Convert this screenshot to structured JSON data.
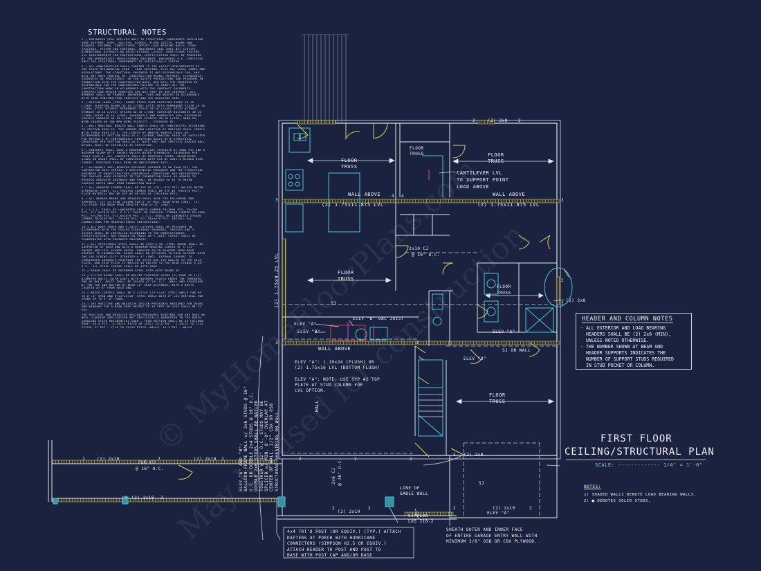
{
  "structural_notes": {
    "title": "STRUCTURAL NOTES",
    "paragraphs": [
      "1.) ENGINEERS SEAL APPLIES ONLY TO STRUCTURAL COMPONENTS INCLUDING ROOF RAFTERS, HIPS, VALLEYS, RIDGES, FLOOR JOISTS, BEAMS AND HEADERS, COLUMNS, CANTILEVERS, OFFSET LOAD BEARING WALLS, PIER SPACINGS, SYSTEM AND FOOTINGS. ENGINEERS SEAL DOES NOT CERTIFY DIMENSIONAL ACCURACY OR ARCHITECTURAL LAYOUT. ROOF/FLOOR SYSTEMS ALL REQUIREMENTS FOR PROFESSIONAL CERTIFICATION SHALL BE PROVIDED BY THE APPROPRIATE PROFESSIONAL ENGINEER. ENGINEERS P.E. CERTIFIES ONLY THE STRUCTURAL COMPONENTS AS SPECIFICALLY STATED.",
      "2.) ALL CONSTRUCTION SHALL CONFORM TO THE LATEST REQUIREMENTS OF THE STATE RESIDENTIAL CODE - YEAR EDITION, PLUS ALL LOCAL CODES AND REGULATIONS. THE STRUCTURAL ENGINEER IS NOT RESPONSIBLE FOR, AND WILL NOT HAVE CONTROL OF, CONSTRUCTION MEANS, METHODS, TECHNIQUES, SEQUENCES OR PROCEDURES, OR FOR SAFETY PRECAUTIONS AND PROGRAMS IN CONNECTION WITH THE CONSTRUCTION WORK, NOR WILL THE ENGINEER BE RESPONSIBLE FOR THE CONTRACTORS FAILURE TO CARRY OUT THE CONSTRUCTION WORK IN ACCORDANCE WITH THE CONTRACT DOCUMENTS. CONSTRUCTION REVIEW SERVICES ARE NOT PART OF OUR CONTRACT. ALL MEMBERS SHALL BE FRAMED, ANCHORED, TIED AND BRACED IN ACCORDANCE WITH GOOD CONSTRUCTION PRACTICE AND THE BUILDING CODE.",
      "3.) DESIGN LOADS (PSF): ROOMS OTHER THAN SLEEPING ROOMS 40 10 L/360; SLEEPING ROOMS 30 10 L/360; ATTIC WITH PERMANENT STAIR 30 10 L/360; ATTIC WITHOUT PERMANENT STAIR 20 10 L/240; ATTIC WITHOUT STORAGE 10 10 L/240; STAIRS 40 10 L/360; EXTERIOR BALCONIES 40 10 L/360; DECKS 40 10 L/360; GUARDRAILS AND HANDRAILS 200; PASSENGER VEHICLE GARAGES 50 10 L/360; FIRE ESCAPES 40 10 L/360; SNOW 20; WIND (BASED ON 100 MPH WIND VELOCITY - EXPOSURE B).",
      "4.) WALL BRACING: BRACED WALL PANELS SHALL BE CONSTRUCTED ACCORDING TO SECTION R602.10. THE AMOUNT AND LOCATION OF BRACING SHALL COMPLY WITH TABLE R602.10.1. THE LENGTH OF BRACED PANELS SHALL BE DETERMINED BY SECTION R602.10.4. LATERAL BRACING SHALL BE SATISFIED PER METHOD 3 BY CONTINUOUSLY SHEATHING WALLS WITH STRUCTURAL SHEATHING PER SECTION R602.10.5. NOTE THAT ANY SPECIFIC BRACED WALL DETAIL SHALL BE INSTALLED AS SPECIFIED.",
      "5.) CONCRETE SHALL HAVE A MINIMUM 28 DAY STRENGTH OF 3000 PSI AND A MAXIMUM SLUMP OF 5 INCHES UNLESS NOTED OTHERWISE. ENTRAINED PER TABLE R402.2. ALL CONCRETE SHALL BE PROPERLY CURED. REINFORCED SLABS ON GRADE SHALL BE CONSTRUCTED WITH 6x6 W1.4xW1.4 WELDED WIRE FABRIC. FOOTINGS SHALL BEAR ON UNDISTURBED SOIL.",
      "6.) ALLOWABLE SOIL BEARING PRESSURE ASSUMED TO BE 2000 PSF. THE CONTRACTOR MUST CONTACT A GEOTECHNICAL ENGINEER AND THE STRUCTURAL ENGINEER IF UNSATISFACTORY SUBSURFACE CONDITIONS ARE ENCOUNTERED. THE SURFACE AREA ADJACENT TO THE FOUNDATION SHALL BE GRADED TO PROVIDE ADEQUATE DRAINAGE AND SHALL BE GRADED SO AS TO DRAIN SURFACE WATER AWAY FROM FOUNDATION WALLS.",
      "7.) ALL FRAMING LUMBER SHALL BE SYP #2 (FB = 875 PSI) UNLESS NOTED OTHERWISE (UNO). ALL TREATED LUMBER SHALL BE SYP #2 (FB=575 PSI). PLATE MATERIAL MAY BE SPF #2 OR SYP #2 (FB=1300 PSI).",
      "8.) ALL WOODEN BEAMS AND HEADERS SHALL HAVE THE FOLLOWING END SUPPORTS: (1) 2x STUD COLUMN FOR 6'-0\" MAX. BEAM SPAN (UNO). (2) 2x4 STUDS FOR BEAM SPAN GREATER THAN 6'-0\" (UNO).",
      "9.) L.V.L. SHALL BE LAMINATED VENEER LUMBER FB=2600 PSI, FV=285 PSI, E=1.9x10^6 PSI. P.S.L. SHALL BE PARALLEL STRAND LUMBER FB=2900 PSI, FV=290 PSI, E=2.0x10^6 PSI. L.S.L. SHALL BE LAMINATED STRAND LUMBER FB=2250 PSI, FV=400 PSI, E=1.55x10^6 PSI. INSTALL ALL CONNECTIONS PER MANUFACTURERS INSTRUCTIONS.",
      "10.) ALL ROOF TRUSS AND I-JOIST LAYOUTS SHALL BE PREPARED IN ACCORDANCE WITH THE SEALED STRUCTURAL DRAWINGS. TRUSSES AND I-JOISTS SHALL BE INSTALLED ACCORDING TO THE MANUFACTURERS SPECIFICATIONS. ANY CHANGE IN TRUSS OR I-JOIST LAYOUT SHALL BE COORDINATED WITH ENGINEER ENGINEERS.",
      "11.) ALL STRUCTURAL STEEL SHALL BE ASTM A-36. STEEL BEAMS SHALL BE SUPPORTED AT EACH END WITH A MINIMUM BEARING LENGTH OF 3 1/2\" INCHES AND FULL FLANGE WIDTH. PROVIDE SOLID BEARING FROM BEAM SUPPORT TO FOUNDATION. BEAMS SHALL BE ATTACHED TO EACH SUPPORT WITH TWO LAG SCREWS (1/2\" DIAMETER x 4\" LONG). LATERAL SUPPORT IS CONSIDERED ADEQUATE PROVIDED THE JOIST ARE TOE NAILED TO THE SOLE PLATE, AND SOLE PLATE IS NAILED OR BOLTED TO THE BEAM FLANGE @ 48\" O.C.. ALL STEEL TUBING SHALL BE ASTM A500.",
      "12.) REBAR SHALL BE DEFORMED STEEL ASTM A615 GRADE 60.",
      "13.) FLITCH BEAMS SHALL BE BOLTED TOGETHER USING (2) ROWS OF 1/2\" DIAMETER BOLTS (ASTM A307) WITH WASHERS PLACED UNDER THE THREADED END OF BOLT. BOLTS SHALL BE SPACED AT 24\" O.C. (MAX) AND STAGGERED AT THE TOP AND BOTTOM OF BEAM (2\" EDGE DISTANCE) WITH 2 BOLTS LOCATED AT 6\" FROM EACH END.",
      "14.) BRICK LINTELS SHALL BE 3 1/2\"x3 1/2\"x1/4\" STEEL ANGLE FOR UP TO 6'-0\" SPAN AND 6\"x4\"x5/16\" STEEL ANGLE WITH 6\" LEG VERTICAL FOR SPANS UP TO 9'-0\" (UNO).",
      "15.) THE POSITIVE AND NEGATIVE DESIGN PRESSURES REQUIRED FOR DOORS AND WINDOWS FOR A MEAN ROOF HEIGHT OF 35 FEET OR LESS SHALL BE 25 PSF.",
      "THE POSITIVE AND NEGATIVE DESIGN PRESSURES REQUIRED FOR ANY ROOF OR WALL CLADDING APPLICATION NOT SPECIFICALLY ADDRESSED IN THE NORTH CAROLINA STATE RESIDENTIAL CODE - YEAR EDITION SHALL BE AS FOLLOWS: ROOF: 40.4 PSF - 0.25/12 PITCH OR LESS; 24.8 PSF - 2.25/12 TO 7/12 PITCH; 27 PSF - 7/12 TO 12/12 PITCH. WALLS: 24.1 PSF - WALLS"
    ]
  },
  "labels": {
    "floor_truss": "FLOOR",
    "truss": "TRUSS",
    "floor_truss_sm": "FLOOR",
    "truss_sm": "TRUSS",
    "wall_above": "WALL ABOVE",
    "lvl_horiz": "(2) 1.75x11.875 LVL",
    "lvl_vert": "(2) 1.75x9.25 LVL",
    "cantilever": "CANTILEVER LVL\nTO SUPPORT POINT\nLOAD ABOVE",
    "cj_2x10": "2x10 CJ",
    "oc16": "@ 16\" O.C.",
    "cj_2x6": "2x6 CJ",
    "sj": "SJ",
    "sj_on_wall": "SJ ON WALL",
    "elev_a": "ELEV \"A\"",
    "elev_b": "ELEV \"B\"",
    "elev_b_dbl": "ELEV \"B\" DBL JOIST",
    "lvl_flush": "ELEV \"A\": 1.10x24 (FLUSH) OR\n(2) 1.75x16 LVL (BOTTOM FLUSH)",
    "sy_note": "ELEV \"A\": NOTE: USE SYP #2 TOP\nPLATE AT STUD COLUMN FOR\nLVL OPTION.",
    "balloon": "ELEV \"A\" AND \"B\":\nBALLOON FRAME WALL w/ 2x6 STUDS @ 16\"\nO.C. OR DOUBLE 2x4 STUDS @ 16\" O.C.\nDOUBLE 2x6 STUDS SHALL BE NAILED\nTOGETHER @ 12\" O.C. STUDS MAY BE\nSPLICED w/ MIN. 8'-0\" OVERLAP AT\nCENTER OF WALL. 1/2\" CDX OR OSB\nSTRUCTURAL SHEATHING ON WALL.",
    "header_2x8": "(2) 2x8",
    "header_2x10": "(2) 2x10",
    "line_gable": "LINE OF\nGABLE WALL",
    "simpson": "SIMPSON\nLUS 210-2",
    "post_note": "4x4 TRT'D POST (OR EQUIV.) (TYP.) ATTACH\nRAFTERS AT PORCH WITH HURRICANE\nCONNECTORS (SIMPSON H2.5 OR EQUIV.)\nATTACH HEADER TO POST AND POST TO\nBASE WITH POST CAP AND/OR BASE",
    "sheath": "SHEATH OUTER AND INNER FACE\nOF ENTIRE GARAGE ENTRY WALL WITH\nMINIMUM 3/8\" OSB OR CDX PLYWOOD.",
    "hall": "HALL",
    "num_2": "2",
    "num_3": "3",
    "num_4": "4"
  },
  "header_notes": {
    "title": "HEADER AND COLUMN NOTES",
    "body": "- ALL EXTERIOR AND LOAD BEARING\n  HEADERS SHALL BE (2) 2x6 (MIN),\n  UNLESS NOTED OTHERWISE.\n- THE NUMBER SHOWN AT BEAM AND\n  HEADER SUPPORTS INDICATES THE\n  NUMBER OF SUPPORT STUDS REQUIRED\n  IN STUD POCKET OR COLUMN."
  },
  "title_block": {
    "line1": "FIRST FLOOR",
    "line2": "CEILING/STRUCTURAL PLAN",
    "scale": "SCALE: ------------- 1/4\" = 1'-0\""
  },
  "notes": {
    "heading": "NOTES:",
    "body": "1) SHADED WALLS DENOTE LOAD BEARING WALLS.\n2) ■ DENOTES SOLID STUDS."
  },
  "watermark": {
    "line1": "© MyHomeFloorPlans.com",
    "line2": "May be used for construction"
  },
  "colors": {
    "background": "#1b2240",
    "wall": "#e3e6ee",
    "bearing_wall": "#c8c35a",
    "fixture": "#4ac6d8",
    "magenta": "#c54fbf",
    "red": "#d04545"
  }
}
